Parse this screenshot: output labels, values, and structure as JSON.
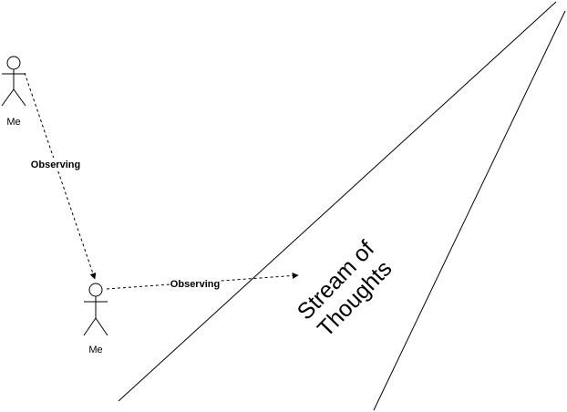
{
  "actors": [
    {
      "label": "Me"
    },
    {
      "label": "Me"
    }
  ],
  "edges": [
    {
      "label": "Observing",
      "style": "dashed"
    },
    {
      "label": "Observing",
      "style": "dashed"
    }
  ],
  "stream": {
    "line1": "Stream of",
    "line2": "Thoughts"
  },
  "colors": {
    "stroke": "#000000",
    "background": "#ffffff",
    "label_background": "#ffffff"
  }
}
